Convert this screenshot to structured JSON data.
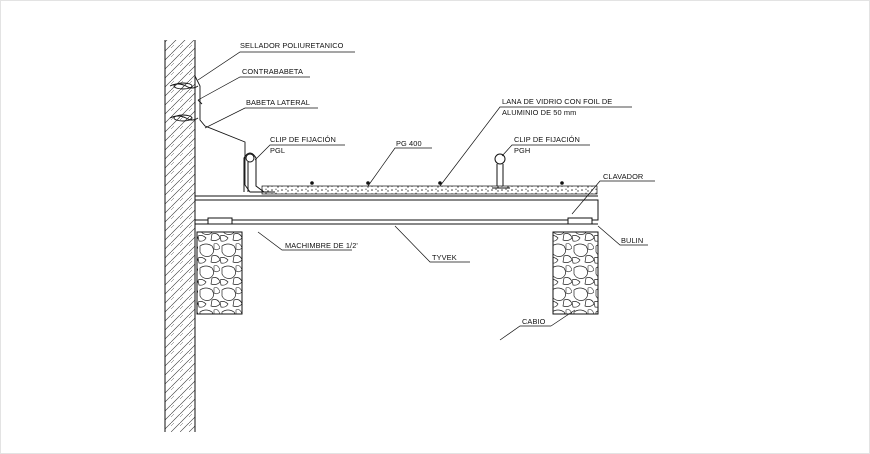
{
  "labels": {
    "sellador": "SELLADOR POLIURETANICO",
    "contrababeta": "CONTRABABETA",
    "babeta": "BABETA LATERAL",
    "clip_pgl_title": "CLIP DE FIJACIÓN",
    "clip_pgl_code": "PGL",
    "pg400": "PG 400",
    "lana_line1": "LANA DE VIDRIO CON FOIL DE",
    "lana_line2": "ALUMINIO DE 50 mm",
    "clip_pgh_title": "CLIP DE FIJACIÓN",
    "clip_pgh_code": "PGH",
    "clavador": "CLAVADOR",
    "bulin": "BULIN",
    "machimbre": "MACHIMBRE DE 1/2'",
    "tyvek": "TYVEK",
    "cabio": "CABIO"
  },
  "colors": {
    "line": "#1a1a1a",
    "frame": "#e3e3e3"
  }
}
